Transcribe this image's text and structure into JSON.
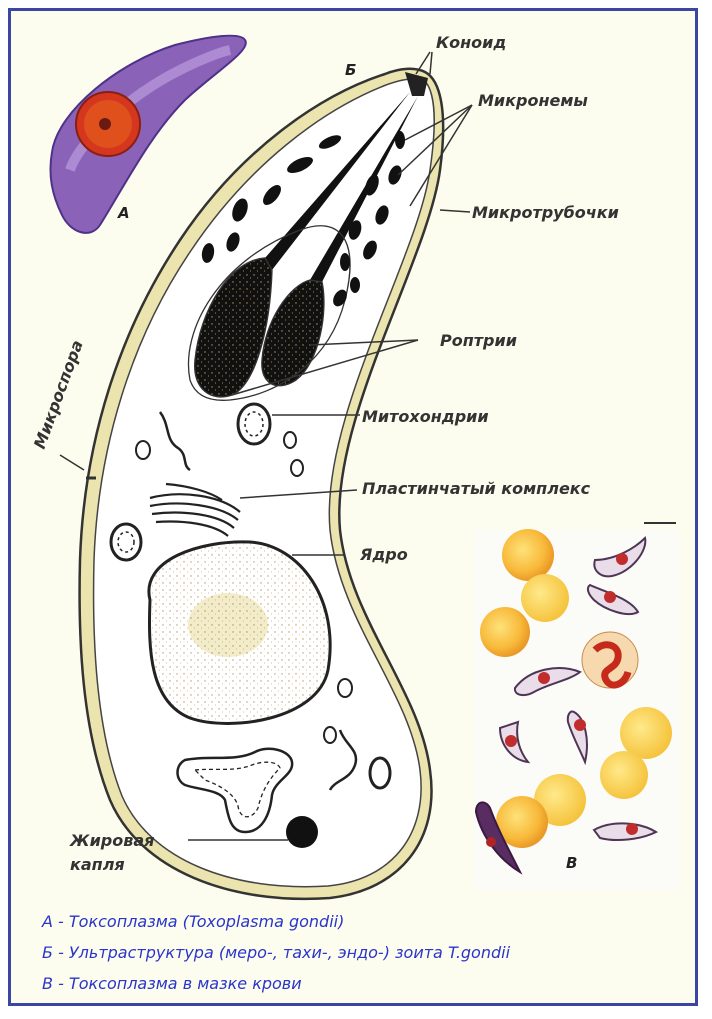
{
  "panel_letters": {
    "a": "А",
    "b": "Б",
    "v": "В"
  },
  "labels": {
    "conoid": "Коноид",
    "micronemes": "Микронемы",
    "microtubules": "Микротрубочки",
    "rhoptries": "Роптрии",
    "mitochondria": "Митохондрии",
    "golgi": "Пластинчатый комплекс",
    "nucleus": "Ядро",
    "micropore": "Микроспора",
    "lipid_line1": "Жировая",
    "lipid_line2": "капля"
  },
  "captions": [
    "А - Токсоплазма  (Toxoplasma gondii)",
    "Б - Ультраструктура (меро-, тахи-, эндо-) зоита  T.gondii",
    "В - Токсоплазма в мазке крови"
  ],
  "colors": {
    "frame": "#3b46a3",
    "caption": "#2a35c9",
    "background": "#fdfdef"
  }
}
